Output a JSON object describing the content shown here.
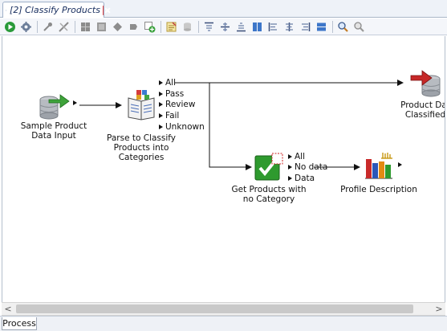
{
  "tab": {
    "title": "[2] Classify Products",
    "icon": "process-icon",
    "close_icon": "close-icon"
  },
  "toolbar": {
    "items": [
      "run-icon",
      "settings-icon",
      "connect-icon",
      "disconnect-icon",
      "grid-icon",
      "grid-alt-icon",
      "shape-icon",
      "shape-alt-icon",
      "add-icon",
      "report-icon",
      "db-icon",
      "align-top-icon",
      "align-middle-icon",
      "align-bottom-icon",
      "columns-icon",
      "align-left-icon",
      "align-center-icon",
      "align-right-icon",
      "rows-icon",
      "zoom-in-icon",
      "zoom-out-icon"
    ]
  },
  "nodes": {
    "sample": {
      "label_line1": "Sample Product",
      "label_line2": "Data Input",
      "icon": "database-input-icon"
    },
    "parse": {
      "label_line1": "Parse to Classify",
      "label_line2": "Products into",
      "label_line3": "Categories",
      "icon": "parse-book-icon",
      "ports": [
        "All",
        "Pass",
        "Review",
        "Fail",
        "Unknown"
      ]
    },
    "output": {
      "label_line1": "Product Dat",
      "label_line2": "Classified",
      "icon": "database-output-icon"
    },
    "check": {
      "label_line1": "Get Products with",
      "label_line2": "no Category",
      "icon": "checkmark-filter-icon",
      "ports": [
        "All",
        "No data",
        "Data"
      ]
    },
    "profile": {
      "label": "Profile Description",
      "icon": "bar-chart-icon"
    }
  },
  "scrollbar": {
    "left_arrow": "<",
    "right_arrow": ">"
  },
  "bottom_tabs": {
    "process": "Process"
  }
}
